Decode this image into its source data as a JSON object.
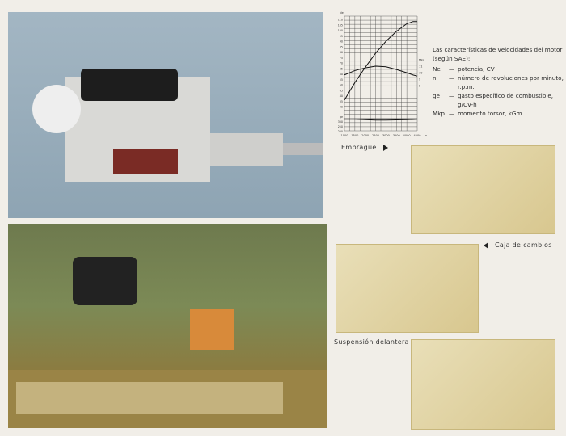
{
  "chart_data": {
    "type": "line",
    "xlabel": "n",
    "x": [
      1000,
      1500,
      2000,
      2500,
      3000,
      3500,
      4000,
      4300,
      4500
    ],
    "x_ticks": [
      "1000",
      "1500",
      "2000",
      "2500",
      "3000",
      "3500",
      "4000",
      "4500"
    ],
    "y_ticks_left": [
      "30",
      "35",
      "40",
      "45",
      "50",
      "55",
      "60",
      "65",
      "70",
      "75",
      "80",
      "85",
      "90",
      "95",
      "100",
      "105",
      "110"
    ],
    "right_labels": [
      "Mkp",
      "11",
      "10",
      "9",
      "8"
    ],
    "ge_ticks": [
      "ge",
      "300",
      "250",
      "200"
    ],
    "ylabel": "Ne",
    "series": [
      {
        "name": "Ne",
        "values": [
          36,
          52,
          66,
          79,
          90,
          99,
          106,
          108,
          108
        ]
      },
      {
        "name": "Mkp",
        "values": [
          59,
          63,
          65.5,
          67,
          66.5,
          64,
          61,
          59,
          58
        ]
      },
      {
        "name": "ge",
        "values": [
          252,
          252,
          248,
          244,
          244,
          246,
          248,
          250,
          252
        ]
      }
    ]
  },
  "captions": {
    "clutch": "Embrague",
    "gearbox": "Caja de cambios",
    "suspension": "Suspensión delantera"
  },
  "legend": {
    "title": "Las características de velocidades del motor (según SAE):",
    "items": [
      {
        "sym": "Ne",
        "text": "potencia, CV"
      },
      {
        "sym": "n",
        "text": "número de revoluciones por minuto, r.p.m."
      },
      {
        "sym": "ge",
        "text": "gasto específico de combustible, g/CV-h"
      },
      {
        "sym": "Mkp",
        "text": "momento torsor, kGm"
      }
    ]
  }
}
